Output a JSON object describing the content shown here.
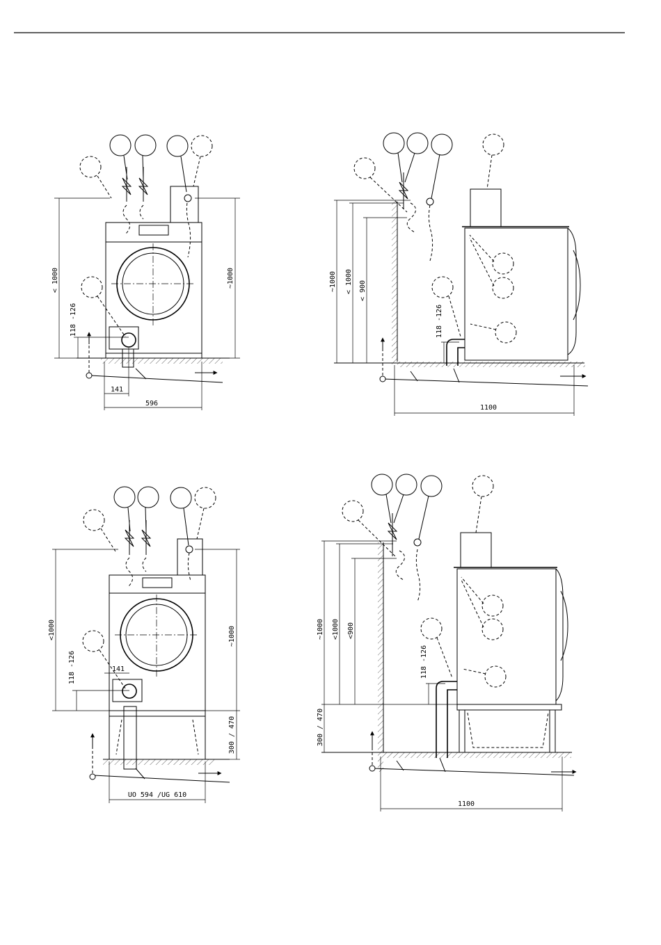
{
  "diagrams": {
    "front_top": {
      "dim_height_left": "< 1000",
      "dim_height_right": "~1000",
      "dim_drain": "118 -126",
      "dim_offset": "141",
      "dim_width": "596"
    },
    "side_top": {
      "dim_h1": "~1000",
      "dim_h2": "< 1000",
      "dim_h3": "< 900",
      "dim_drain": "118 -126",
      "dim_depth": "1100"
    },
    "front_bottom": {
      "dim_height_left": "<1000",
      "dim_height_right": "~1000",
      "dim_drain": "118 -126",
      "dim_offset": "141",
      "dim_pedestal": "300 / 470",
      "dim_width": "UO 594 /UG  610"
    },
    "side_bottom": {
      "dim_h1": "~1000",
      "dim_h2": "<1000",
      "dim_h3": "<900",
      "dim_drain": "118 -126",
      "dim_pedestal": "300 /  470",
      "dim_depth": "1100"
    }
  }
}
